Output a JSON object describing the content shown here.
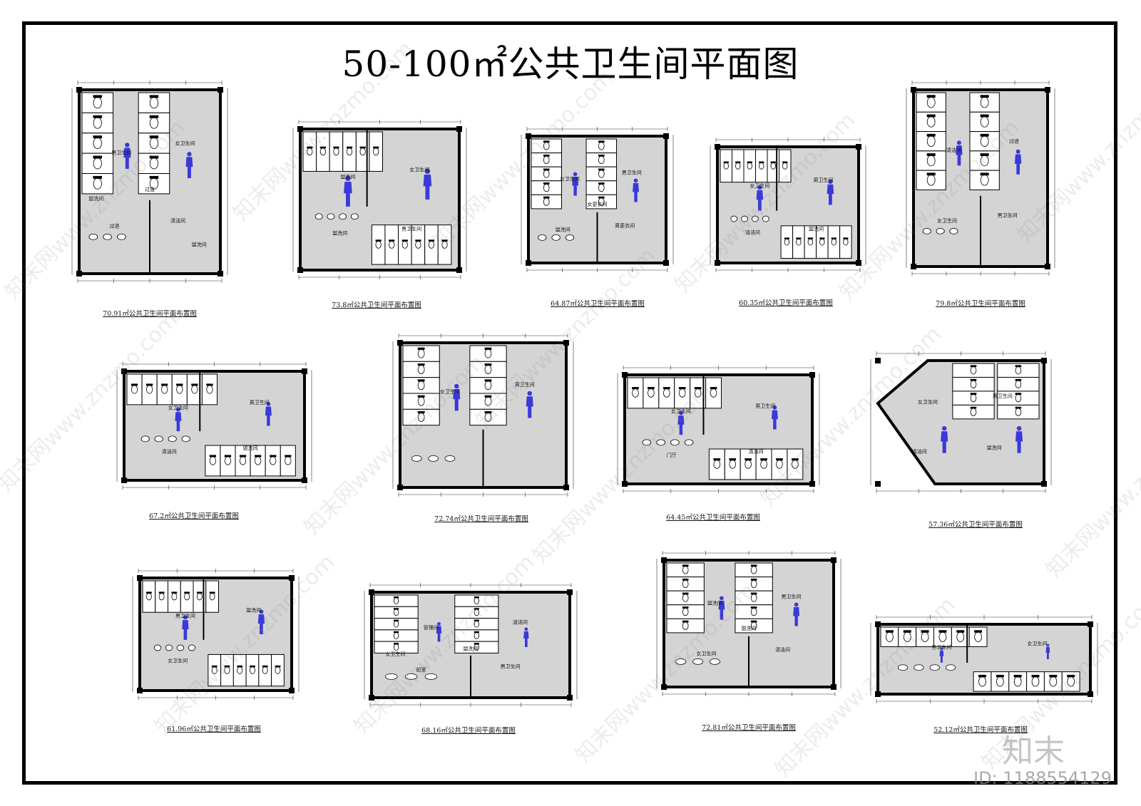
{
  "title": "50-100㎡公共卫生间平面图",
  "plans": [
    {
      "id": "p1",
      "caption": "70.91㎡公共卫生间平面布置图",
      "labels": [
        "男卫生间",
        "女卫生间",
        "过道",
        "清洁间",
        "过道",
        "盥洗间",
        "盥洗间"
      ]
    },
    {
      "id": "p2",
      "caption": "73.8㎡公共卫生间平面布置图",
      "labels": [
        "盥洗间",
        "女卫生间",
        "盥洗间",
        "男卫生间"
      ]
    },
    {
      "id": "p3",
      "caption": "64.87㎡公共卫生间平面布置图",
      "labels": [
        "女卫生间",
        "男卫生间",
        "盥洗间",
        "男更衣间",
        "女更衣间"
      ]
    },
    {
      "id": "p4",
      "caption": "60.35㎡公共卫生间平面布置图",
      "labels": [
        "女卫生间",
        "男卫生间",
        "清洁间",
        "盥洗间"
      ]
    },
    {
      "id": "p5",
      "caption": "79.8㎡公共卫生间平面布置图",
      "labels": [
        "清洁间",
        "过道",
        "女卫生间",
        "男卫生间"
      ]
    },
    {
      "id": "p6",
      "caption": "67.2㎡公共卫生间平面布置图",
      "labels": [
        "女卫生间",
        "男卫生间",
        "清洁间",
        "盥洗间"
      ]
    },
    {
      "id": "p7",
      "caption": "72.74㎡公共卫生间平面布置图",
      "labels": [
        "女卫生间",
        "男卫生间"
      ]
    },
    {
      "id": "p8",
      "caption": "64.45㎡公共卫生间平面布置图",
      "labels": [
        "女卫生间",
        "男卫生间",
        "门厅",
        "清洁间"
      ]
    },
    {
      "id": "p9",
      "caption": "57.36㎡公共卫生间平面布置图",
      "labels": [
        "女卫生间",
        "男卫生间",
        "清洁间",
        "盥洗间"
      ]
    },
    {
      "id": "p10",
      "caption": "61.96㎡公共卫生间平面布置图",
      "labels": [
        "男卫生间",
        "盥洗间",
        "女卫生间"
      ]
    },
    {
      "id": "p11",
      "caption": "68.16㎡公共卫生间平面布置图",
      "labels": [
        "管理间",
        "清洁间",
        "前室",
        "男卫生间",
        "盥洗间",
        "女卫生间"
      ]
    },
    {
      "id": "p12",
      "caption": "72.81㎡公共卫生间平面布置图",
      "labels": [
        "盥洗间",
        "男卫生间",
        "女卫生间",
        "清洁间",
        "盥洗间"
      ]
    },
    {
      "id": "p13",
      "caption": "52.12㎡公共卫生间平面布置图",
      "labels": [
        "男卫生间",
        "女卫生间"
      ]
    }
  ],
  "watermarks": [
    "知末网www.znzmo.com"
  ],
  "logo_text": "知末",
  "id_text": "ID: 1188554129",
  "colors": {
    "wall": "#000000",
    "floor": "#d4d4d4",
    "figure": "#3a3ad8",
    "line": "#333333"
  }
}
